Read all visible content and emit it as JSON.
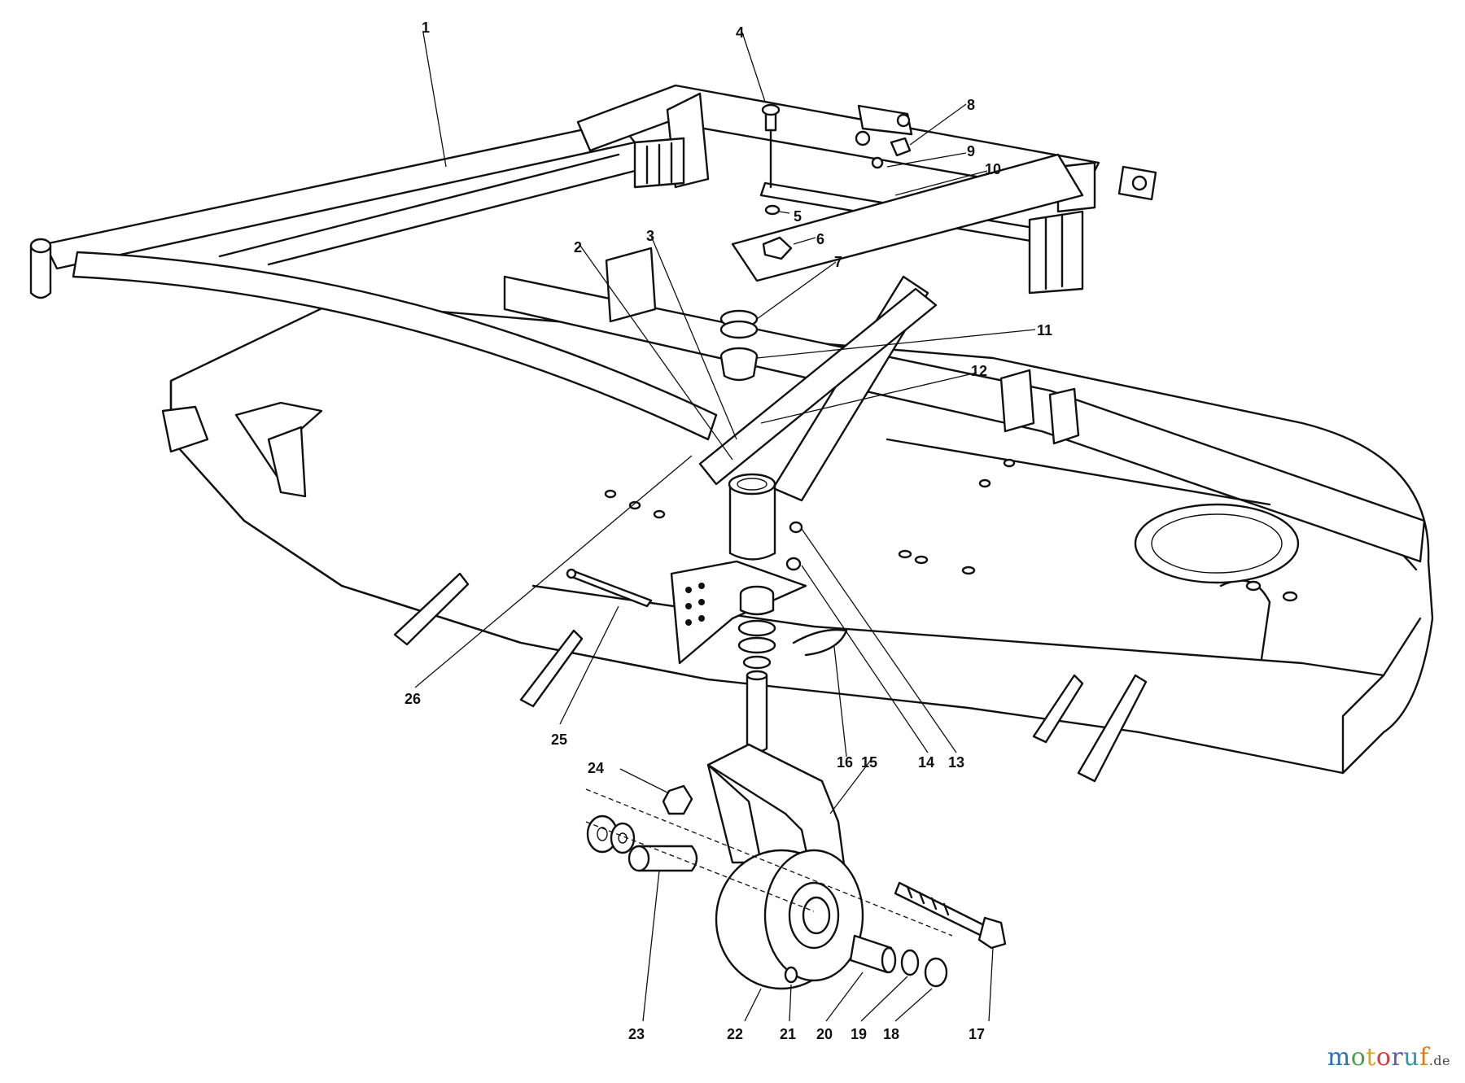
{
  "figure": {
    "callouts": [
      "1",
      "2",
      "3",
      "4",
      "5",
      "6",
      "7",
      "8",
      "9",
      "10",
      "11",
      "12",
      "13",
      "14",
      "15",
      "16",
      "17",
      "18",
      "19",
      "20",
      "21",
      "22",
      "23",
      "24",
      "25",
      "26"
    ]
  },
  "watermark": {
    "letters": [
      "m",
      "o",
      "t",
      "o",
      "r",
      "u",
      "f"
    ],
    "tld": ".de"
  }
}
